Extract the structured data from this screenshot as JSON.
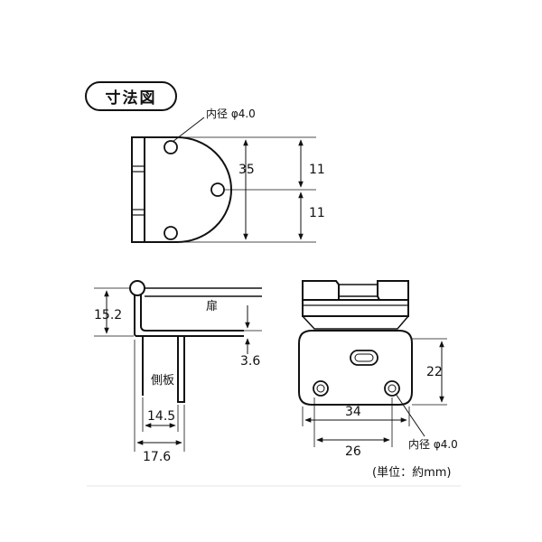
{
  "title": "寸法図",
  "unit_note": "(単位：約mm)",
  "top_view": {
    "hole_label": "内径 φ4.0",
    "dim_total": "35",
    "dim_upper": "11",
    "dim_lower": "11"
  },
  "side_view": {
    "door_label": "扉",
    "side_panel_label": "側板",
    "dim_height": "15.2",
    "dim_thickness": "3.6",
    "dim_inner_width": "14.5",
    "dim_outer_width": "17.6"
  },
  "front_view": {
    "dim_height": "22",
    "dim_hole_span_outer": "34",
    "dim_hole_span_inner": "26",
    "hole_label": "内径 φ4.0"
  }
}
